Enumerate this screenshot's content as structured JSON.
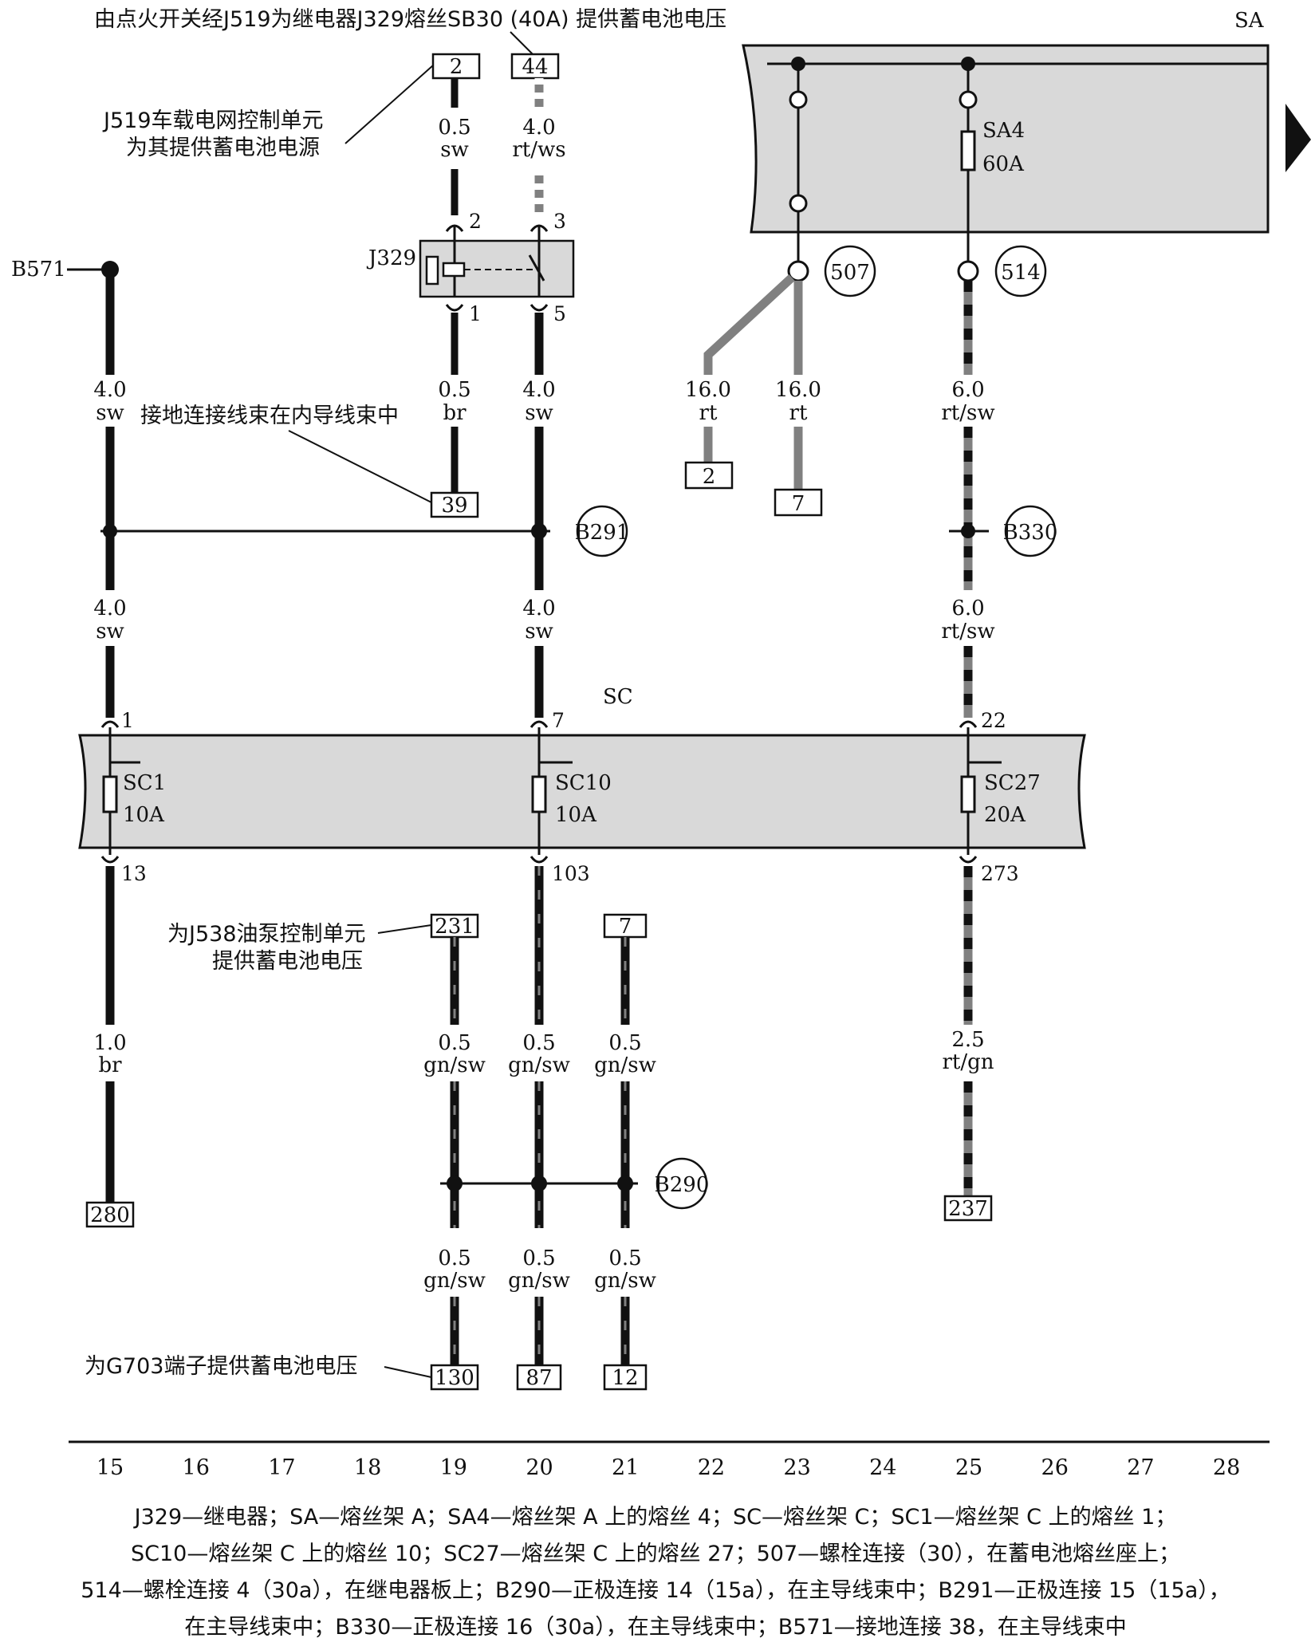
{
  "annotations": {
    "top": "由点火开关经J519为继电器J329熔丝SB30 (40A) 提供蓄电池电压",
    "j519_line1": "J519车载电网控制单元",
    "j519_line2": "为其提供蓄电池电源",
    "ground": "接地连接线束在内导线束中",
    "j538_line1": "为J538油泵控制单元",
    "j538_line2": "提供蓄电池电压",
    "g703": "为G703端子提供蓄电池电压"
  },
  "fuse_boxes": {
    "sa": "SA",
    "sc": "SC"
  },
  "fuses": [
    {
      "name": "SA4",
      "rating": "60A"
    },
    {
      "name": "SC1",
      "rating": "10A"
    },
    {
      "name": "SC10",
      "rating": "10A"
    },
    {
      "name": "SC27",
      "rating": "20A"
    }
  ],
  "relay": {
    "name": "J329",
    "pins": [
      "2",
      "3",
      "1",
      "5"
    ]
  },
  "sc_pins": {
    "in": [
      "1",
      "7",
      "22"
    ],
    "out": [
      "13",
      "103",
      "273"
    ]
  },
  "connectors": {
    "b571": "B571",
    "c507": "507",
    "c514": "514",
    "b291": "B291",
    "b330": "B330",
    "b290": "B290"
  },
  "terminals": {
    "t2": "2",
    "t44": "44",
    "t39": "39",
    "t2b": "2",
    "t7": "7",
    "t231": "231",
    "t7b": "7",
    "t280": "280",
    "t237": "237",
    "t130": "130",
    "t87": "87",
    "t12": "12"
  },
  "wires": [
    {
      "size": "0.5",
      "color": "sw"
    },
    {
      "size": "4.0",
      "color": "rt/ws"
    },
    {
      "size": "4.0",
      "color": "sw"
    },
    {
      "size": "0.5",
      "color": "br"
    },
    {
      "size": "4.0",
      "color": "sw"
    },
    {
      "size": "16.0",
      "color": "rt"
    },
    {
      "size": "16.0",
      "color": "rt"
    },
    {
      "size": "6.0",
      "color": "rt/sw"
    },
    {
      "size": "4.0",
      "color": "sw"
    },
    {
      "size": "4.0",
      "color": "sw"
    },
    {
      "size": "6.0",
      "color": "rt/sw"
    },
    {
      "size": "1.0",
      "color": "br"
    },
    {
      "size": "0.5",
      "color": "gn/sw"
    },
    {
      "size": "0.5",
      "color": "gn/sw"
    },
    {
      "size": "0.5",
      "color": "gn/sw"
    },
    {
      "size": "2.5",
      "color": "rt/gn"
    },
    {
      "size": "0.5",
      "color": "gn/sw"
    },
    {
      "size": "0.5",
      "color": "gn/sw"
    },
    {
      "size": "0.5",
      "color": "gn/sw"
    }
  ],
  "grid_numbers": [
    "15",
    "16",
    "17",
    "18",
    "19",
    "20",
    "21",
    "22",
    "23",
    "24",
    "25",
    "26",
    "27",
    "28"
  ],
  "legend": [
    "J329—继电器；SA—熔丝架 A；SA4—熔丝架 A 上的熔丝 4；SC—熔丝架 C；SC1—熔丝架 C 上的熔丝 1；",
    "SC10—熔丝架 C 上的熔丝 10；SC27—熔丝架 C 上的熔丝 27；507—螺栓连接（30），在蓄电池熔丝座上；",
    "514—螺栓连接 4（30a），在继电器板上；B290—正极连接 14（15a），在主导线束中；B291—正极连接 15（15a），",
    "在主导线束中；B330—正极连接 16（30a），在主导线束中；B571—接地连接 38，在主导线束中"
  ],
  "colors": {
    "wire": "#111111",
    "wire_gray": "#808080",
    "box_fill": "#d9d9d9"
  }
}
